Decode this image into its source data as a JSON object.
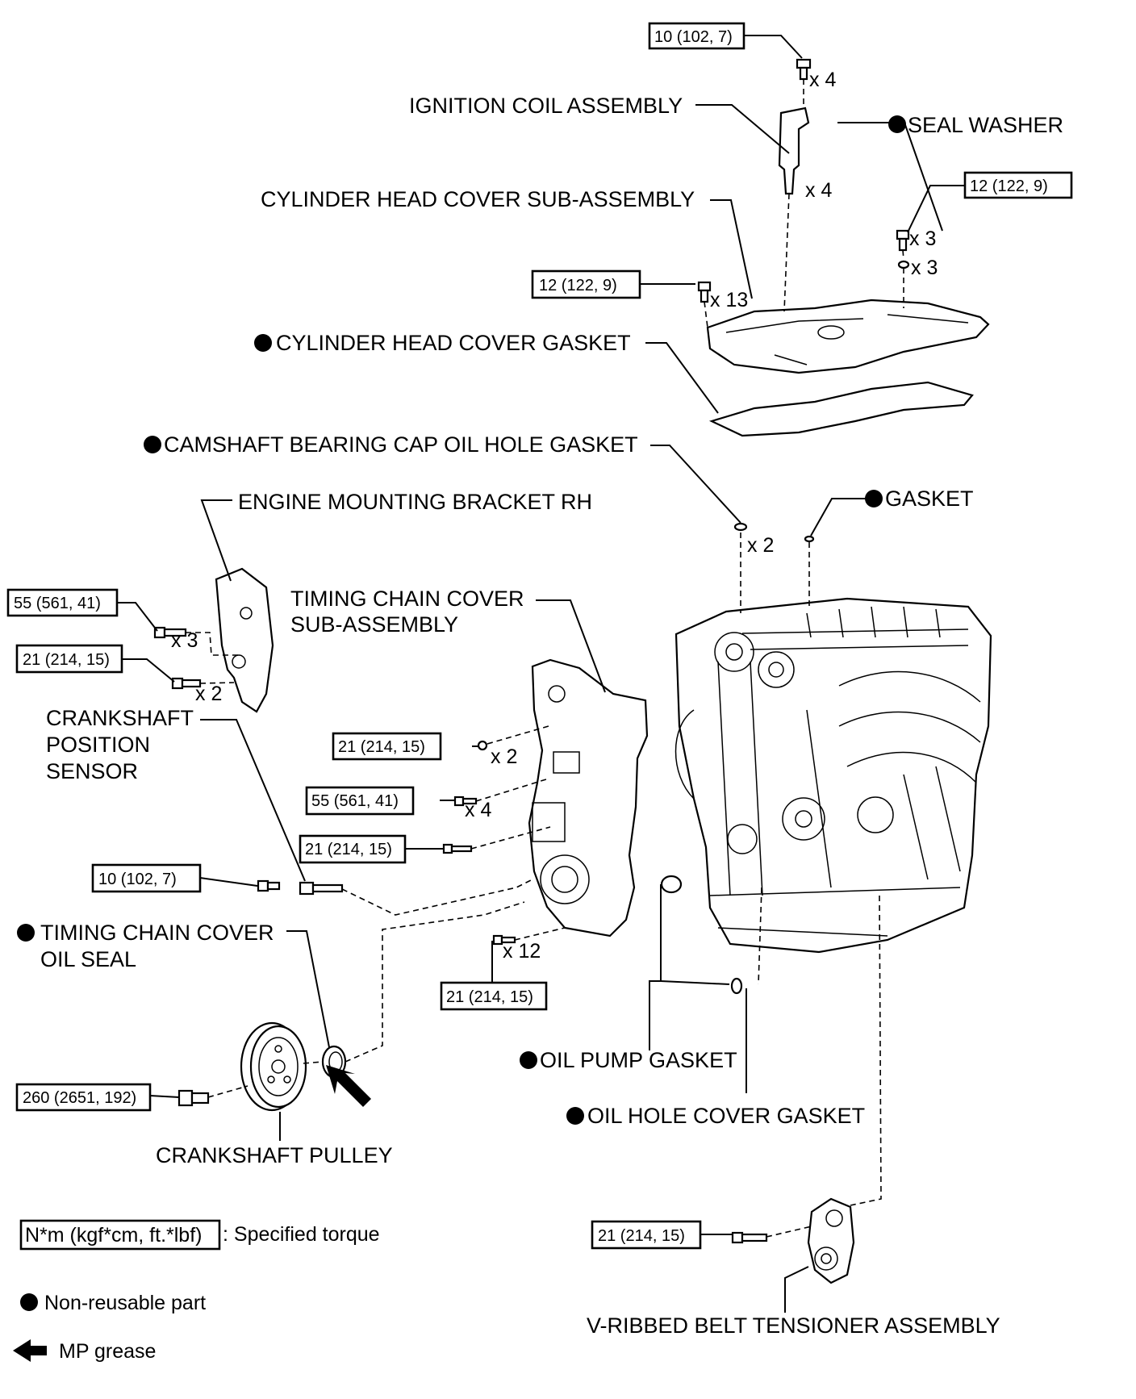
{
  "labels": {
    "ignition_coil": "IGNITION COIL ASSEMBLY",
    "seal_washer": "SEAL WASHER",
    "cyl_head_cover": "CYLINDER HEAD COVER SUB-ASSEMBLY",
    "cyl_head_gasket": "CYLINDER HEAD COVER GASKET",
    "camshaft_gasket": "CAMSHAFT BEARING CAP OIL HOLE GASKET",
    "gasket": "GASKET",
    "mount_bracket": "ENGINE MOUNTING BRACKET RH",
    "timing_cover_l1": "TIMING CHAIN COVER",
    "timing_cover_l2": "SUB-ASSEMBLY",
    "crank_sensor_l1": "CRANKSHAFT",
    "crank_sensor_l2": "POSITION",
    "crank_sensor_l3": "SENSOR",
    "oil_seal_l1": "TIMING CHAIN COVER",
    "oil_seal_l2": "OIL SEAL",
    "crank_pulley": "CRANKSHAFT PULLEY",
    "oil_pump_gasket": "OIL PUMP GASKET",
    "oil_hole_gasket": "OIL HOLE COVER GASKET",
    "tensioner": "V-RIBBED BELT TENSIONER ASSEMBLY"
  },
  "torques": {
    "t_coil_bolt": "10 (102, 7)",
    "t_head_nut": "12 (122, 9)",
    "t_head_bolt": "12 (122, 9)",
    "t_bracket_a": "55 (561, 41)",
    "t_bracket_b": "21 (214, 15)",
    "t_cover_a": "21 (214, 15)",
    "t_cover_b": "55 (561, 41)",
    "t_cover_c": "21 (214, 15)",
    "t_sensor": "10 (102, 7)",
    "t_cover_d": "21 (214, 15)",
    "t_pulley": "260 (2651, 192)",
    "t_tensioner": "21 (214, 15)"
  },
  "quantities": {
    "q_coil_bolt": "x 4",
    "q_coil": "x 4",
    "q_head_nut": "x 3",
    "q_seal_washer": "x 3",
    "q_head_bolt": "x 13",
    "q_cam_gasket": "x 2",
    "q_bracket_a": "x 3",
    "q_bracket_b": "x 2",
    "q_cover_a": "x 2",
    "q_cover_b": "x 4",
    "q_cover_d": "x 12"
  },
  "legend": {
    "torque_box": "N*m (kgf*cm, ft.*lbf)",
    "torque_text": ": Specified torque",
    "nonreusable": "Non-reusable part",
    "grease": "MP grease"
  },
  "colors": {
    "ink": "#000000",
    "paper": "#ffffff"
  }
}
